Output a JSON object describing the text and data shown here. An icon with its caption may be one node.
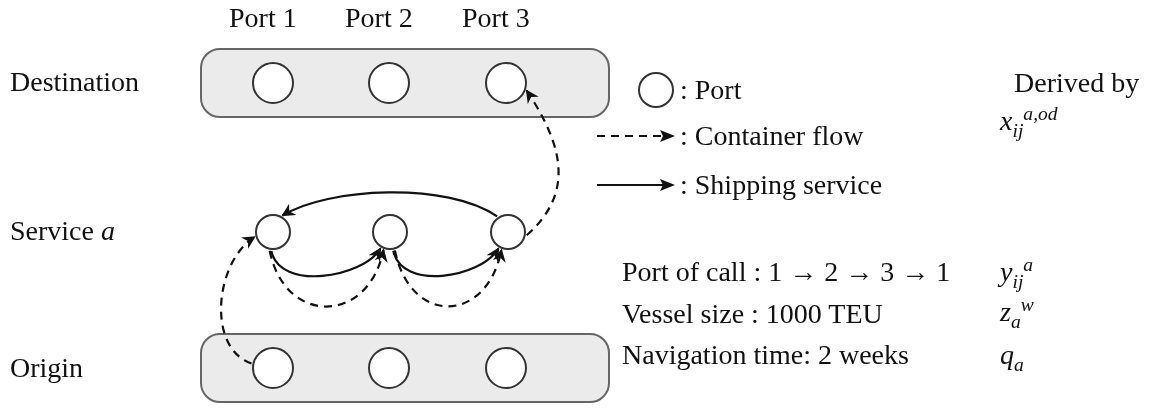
{
  "diagram": {
    "nodes": [
      {
        "text": [],
        "shape": "box"
      },
      {
        "text": [],
        "shape": "circle",
        "in": 0
      },
      {
        "text": [],
        "shape": "circle",
        "in": 0
      },
      {
        "text": [],
        "shape": "circle",
        "in": 0
      },
      {
        "text": [],
        "shape": "circle"
      },
      {
        "text": [],
        "shape": "circle"
      },
      {
        "text": [],
        "shape": "circle"
      },
      {
        "text": [],
        "shape": "box"
      },
      {
        "text": [],
        "shape": "circle",
        "in": 7
      },
      {
        "text": [],
        "shape": "circle",
        "in": 7
      },
      {
        "text": [],
        "shape": "circle",
        "in": 7
      }
    ],
    "edges": [
      {
        "from": 8,
        "to": 4,
        "arrow": "to",
        "style": "dashed"
      },
      {
        "from": 4,
        "to": 5,
        "arrow": "to"
      },
      {
        "from": 4,
        "to": 5,
        "arrow": "to",
        "style": "dashed"
      },
      {
        "from": 5,
        "to": 6,
        "arrow": "to"
      },
      {
        "from": 5,
        "to": 6,
        "arrow": "to",
        "style": "dashed"
      },
      {
        "from": 6,
        "to": 4,
        "arrow": "to"
      },
      {
        "from": 6,
        "to": 3,
        "arrow": "to",
        "style": "dashed"
      }
    ],
    "labels": [
      "Port 1",
      "Port 2",
      "Port 3",
      "Destination",
      "Derived by",
      "x$_{ij}$$^{a,od}$",
      "Service *a*",
      "Port of call : 1 → 2 → 3 → 1",
      "y$_{ij}$$^{a}$",
      "Vessel size : 1000 TEU",
      "z$_{a}$$^{w}$",
      "Origin",
      "Navigation time: 2 weeks",
      "q$_{a}$"
    ],
    "legend": [
      {
        "text": ": Port"
      },
      {
        "text": ": Container flow"
      },
      {
        "text": ": Shipping service"
      }
    ]
  }
}
